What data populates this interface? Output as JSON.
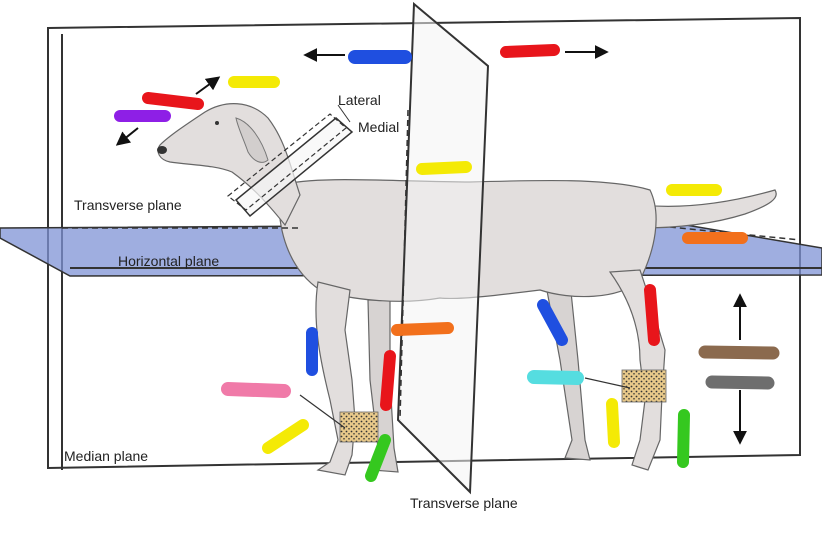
{
  "labels": {
    "lateral": "Lateral",
    "medial": "Medial",
    "transverse_plane_upper": "Transverse plane",
    "horizontal_plane": "Horizontal plane",
    "median_plane": "Median plane",
    "transverse_plane_lower": "Transverse plane"
  },
  "colors": {
    "horizontal_plane_fill": "#7f93d6",
    "plane_outline": "#333333",
    "dog_fill": "#e2dedd",
    "marker_blue": "#1f4fe0",
    "marker_red": "#e8151b",
    "marker_yellow": "#f4ea05",
    "marker_purple": "#8e1fe6",
    "marker_orange": "#f2701c",
    "marker_pink": "#f07aa8",
    "marker_green": "#35c81f",
    "marker_cyan": "#55dde0",
    "marker_brown": "#8b6a4e",
    "marker_gray": "#6e6e6e"
  },
  "icons": [
    "arrow-left-icon",
    "arrow-right-icon",
    "arrow-up-right-icon",
    "arrow-down-left-icon",
    "arrow-up-icon",
    "arrow-down-icon"
  ]
}
